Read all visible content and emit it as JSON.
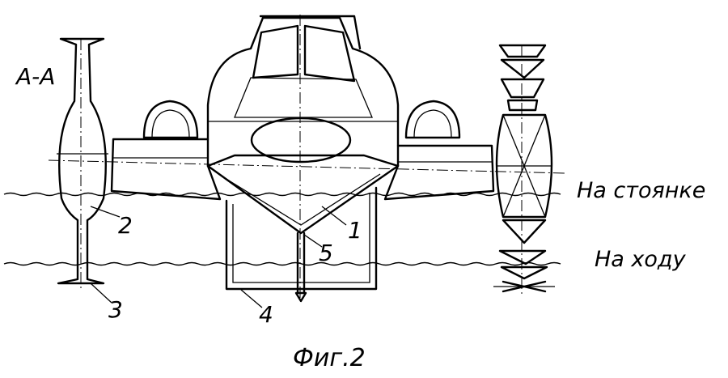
{
  "labels": {
    "section": "A-A",
    "n1": "1",
    "n2": "2",
    "n3": "3",
    "n4": "4",
    "n5": "5",
    "at_rest": "На стоянке",
    "underway": "На ходу",
    "caption": "Фиг.2"
  }
}
